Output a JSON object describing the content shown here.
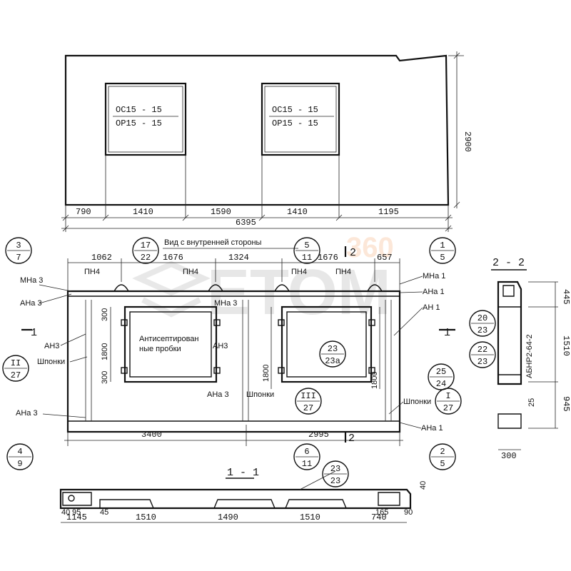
{
  "elevation": {
    "windows": [
      {
        "line1": "ОС15 - 15",
        "line2": "ОР15 - 15"
      },
      {
        "line1": "ОС15 - 15",
        "line2": "ОР15 - 15"
      }
    ],
    "height_dim": "2900",
    "bottom_dims": [
      "790",
      "1410",
      "1590",
      "1410",
      "1195"
    ],
    "total_dim": "6395"
  },
  "view_title": "Вид с внутренней стороны",
  "inner": {
    "top_dims": [
      "1062",
      "1676",
      "1324",
      "1676",
      "657"
    ],
    "pn": [
      "ПН4",
      "ПН4",
      "ПН4",
      "ПН4"
    ],
    "bottom_dims": [
      "3400",
      "2995"
    ],
    "vert_dims": [
      "300",
      "1800",
      "300",
      "1800",
      "1800"
    ],
    "antiseptic": [
      "Антисептирован",
      "ные пробки"
    ],
    "labels": {
      "mna3_l": "МНа 3",
      "ana3_l": "АНа 3",
      "an3_l": "АН3",
      "shponki_l": "Шпонки",
      "ana3_bl": "АНа 3",
      "mna3_c": "МНа 3",
      "an3_c": "АН3",
      "ana3_c": "АНа 3",
      "shponki_c": "Шпонки",
      "mna1_r": "МНа 1",
      "ana1_r": "АНа 1",
      "an1_r": "АН 1",
      "shponki_r": "Шпонки",
      "ana1_br": "АНа 1"
    },
    "section_marks": {
      "s1": "1",
      "s2": "2"
    }
  },
  "callouts": [
    {
      "top": "3",
      "bottom": "7"
    },
    {
      "top": "17",
      "bottom": "22"
    },
    {
      "top": "5",
      "bottom": "11"
    },
    {
      "top": "1",
      "bottom": "5"
    },
    {
      "top": "II",
      "bottom": "27"
    },
    {
      "top": "23",
      "bottom": "23а"
    },
    {
      "top": "III",
      "bottom": "27"
    },
    {
      "top": "25",
      "bottom": "24"
    },
    {
      "top": "I",
      "bottom": "27"
    },
    {
      "top": "4",
      "bottom": "9"
    },
    {
      "top": "6",
      "bottom": "11"
    },
    {
      "top": "2",
      "bottom": "5"
    },
    {
      "top": "23",
      "bottom": "23"
    },
    {
      "top": "20",
      "bottom": "23"
    },
    {
      "top": "22",
      "bottom": "23"
    }
  ],
  "section_22": {
    "title": "2 - 2",
    "dims": [
      "445",
      "1510",
      "945",
      "25",
      "300"
    ],
    "mark": "АБНР2-64-2"
  },
  "section_11": {
    "title": "1 - 1",
    "dims_bottom": [
      "1145",
      "1510",
      "1490",
      "1510",
      "740"
    ],
    "dims_small": [
      "40",
      "95",
      "45",
      "165",
      "90",
      "40"
    ]
  },
  "watermark": {
    "text": "ЕТОМ",
    "num": "360"
  }
}
